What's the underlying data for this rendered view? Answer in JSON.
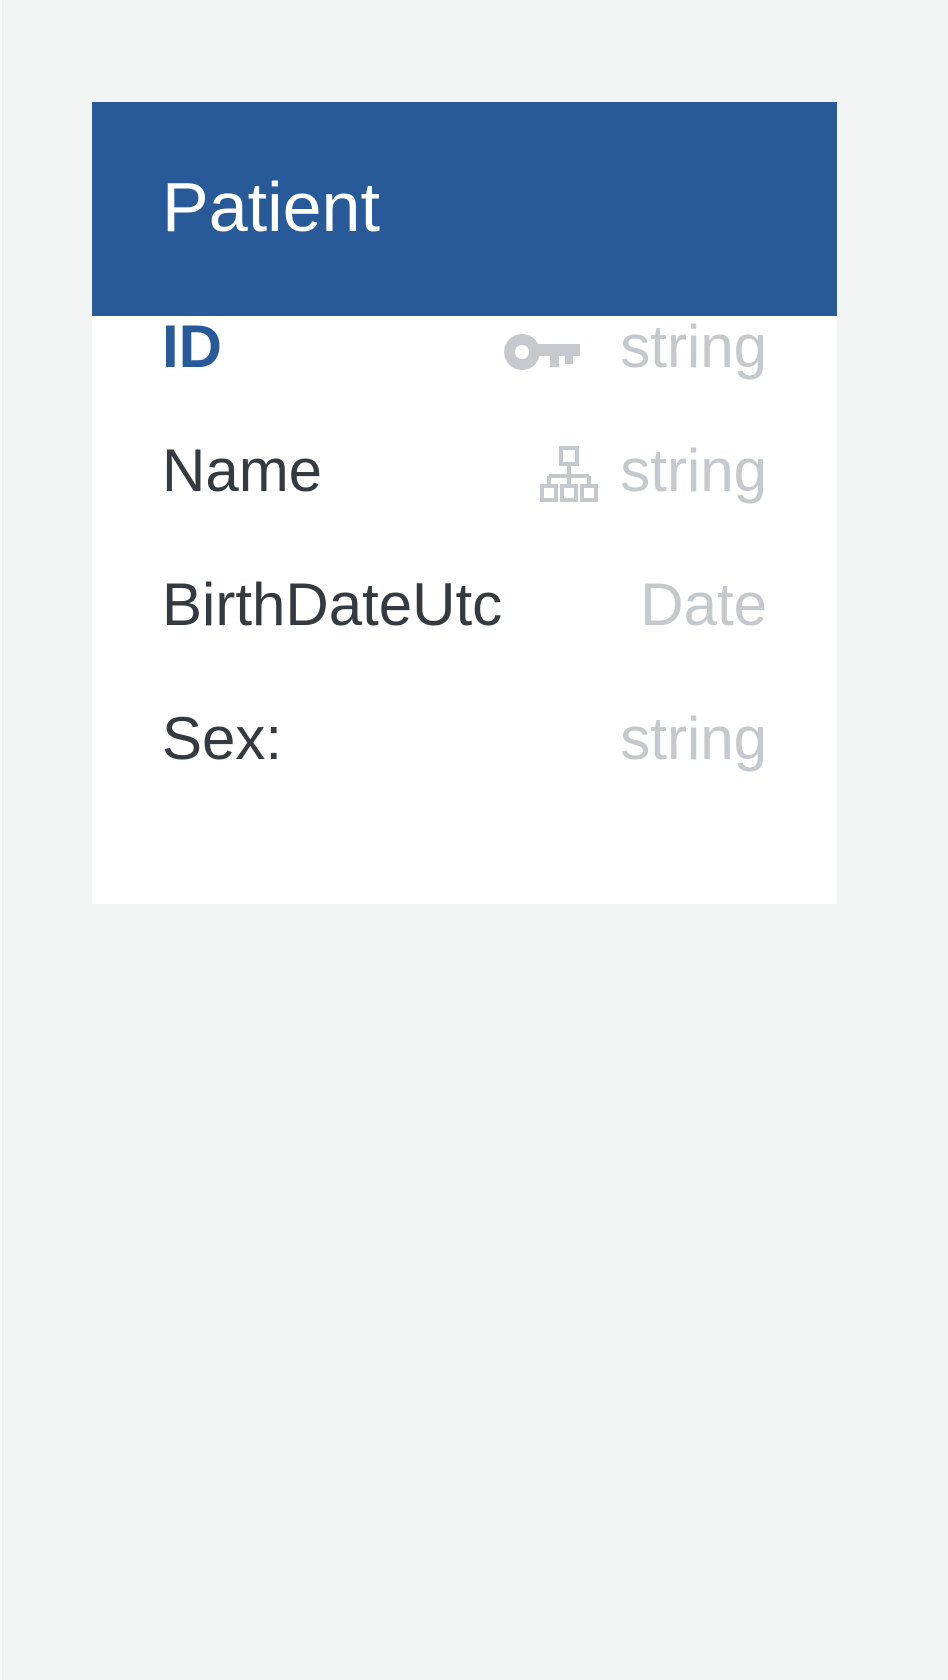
{
  "entity": {
    "title": "Patient",
    "fields": [
      {
        "name": "ID",
        "type": "string",
        "primary_key": true,
        "icon": "key-icon"
      },
      {
        "name": "Name",
        "type": "string",
        "indexed": true,
        "icon": "hierarchy-icon"
      },
      {
        "name": "BirthDateUtc",
        "type": "Date"
      },
      {
        "name": "Sex:",
        "type": "string"
      }
    ]
  },
  "colors": {
    "header": "#285a9a",
    "primary_field": "#285a9a",
    "field_text": "#353a40",
    "type_text": "#c5c8cc",
    "background": "#f3f5f5"
  }
}
